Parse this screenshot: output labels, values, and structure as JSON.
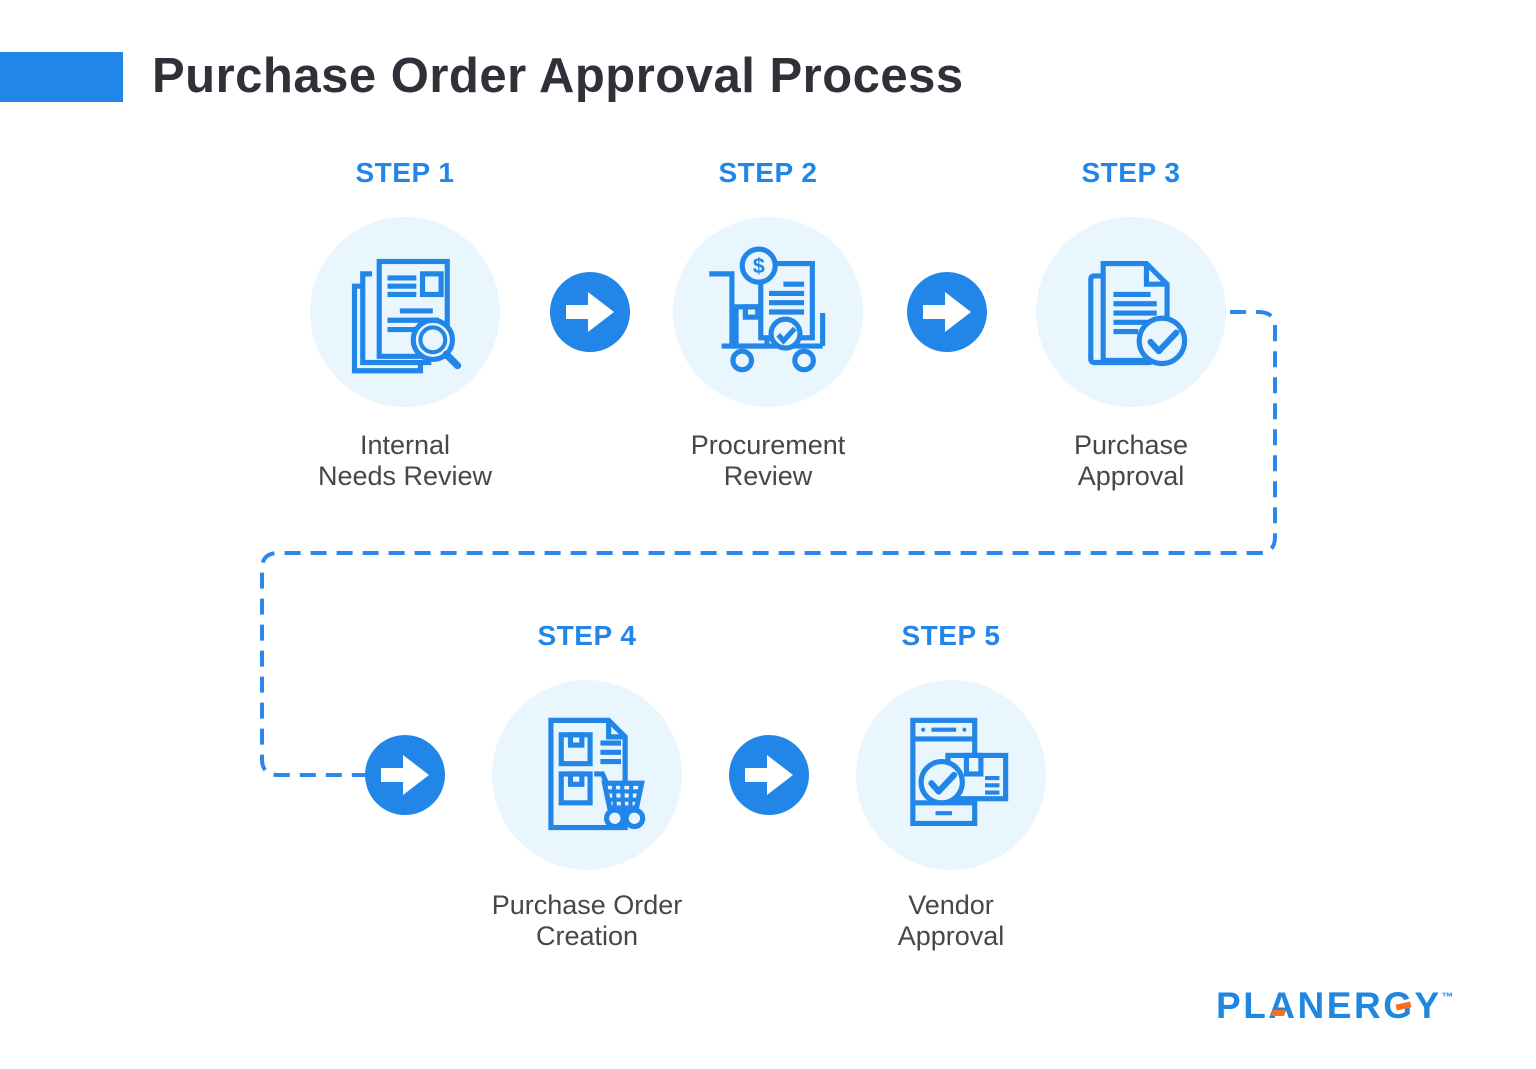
{
  "header": {
    "title": "Purchase Order Approval Process"
  },
  "steps": [
    {
      "label": "STEP 1",
      "title": "Internal\nNeeds Review",
      "icon": "documents-magnifier-icon"
    },
    {
      "label": "STEP 2",
      "title": "Procurement\nReview",
      "icon": "cart-invoice-icon"
    },
    {
      "label": "STEP 3",
      "title": "Purchase\nApproval",
      "icon": "document-check-icon"
    },
    {
      "label": "STEP 4",
      "title": "Purchase Order\nCreation",
      "icon": "purchase-order-cart-icon"
    },
    {
      "label": "STEP 5",
      "title": "Vendor\nApproval",
      "icon": "device-package-check-icon"
    }
  ],
  "brand": {
    "name": "PLANERGY",
    "letters": [
      "P",
      "L",
      "A",
      "N",
      "E",
      "R",
      "G",
      "Y"
    ],
    "trademark": "™"
  },
  "colors": {
    "accent_blue": "#2186E8",
    "light_circle": "#E9F6FD",
    "title_text": "#2E3238",
    "label_text": "#44474B",
    "logo_blue": "#1F87E0",
    "logo_orange": "#F8701F"
  }
}
